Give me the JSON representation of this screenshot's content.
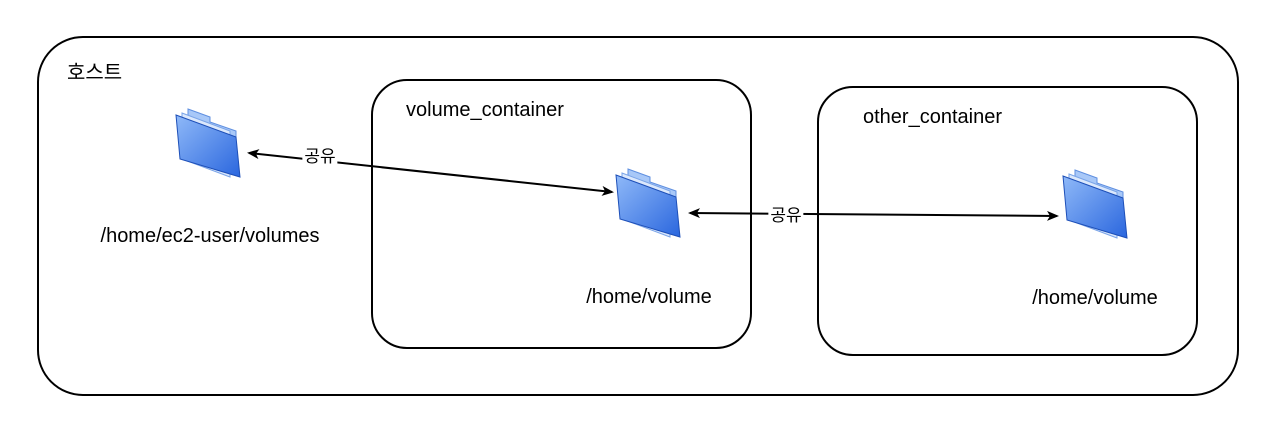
{
  "host": {
    "label": "호스트",
    "path": "/home/ec2-user/volumes"
  },
  "volume_container": {
    "label": "volume_container",
    "path": "/home/volume"
  },
  "other_container": {
    "label": "other_container",
    "path": "/home/volume"
  },
  "links": [
    {
      "label": "공유",
      "from": "host",
      "to": "volume_container"
    },
    {
      "label": "공유",
      "from": "volume_container",
      "to": "other_container"
    }
  ],
  "icons": {
    "folder": "folder-icon"
  },
  "colors": {
    "stroke": "#000000",
    "folder_light": "#a8c8f8",
    "folder_mid": "#5f9cf6",
    "folder_dark": "#2f6fe0",
    "folder_edge": "#1d4fb8"
  }
}
